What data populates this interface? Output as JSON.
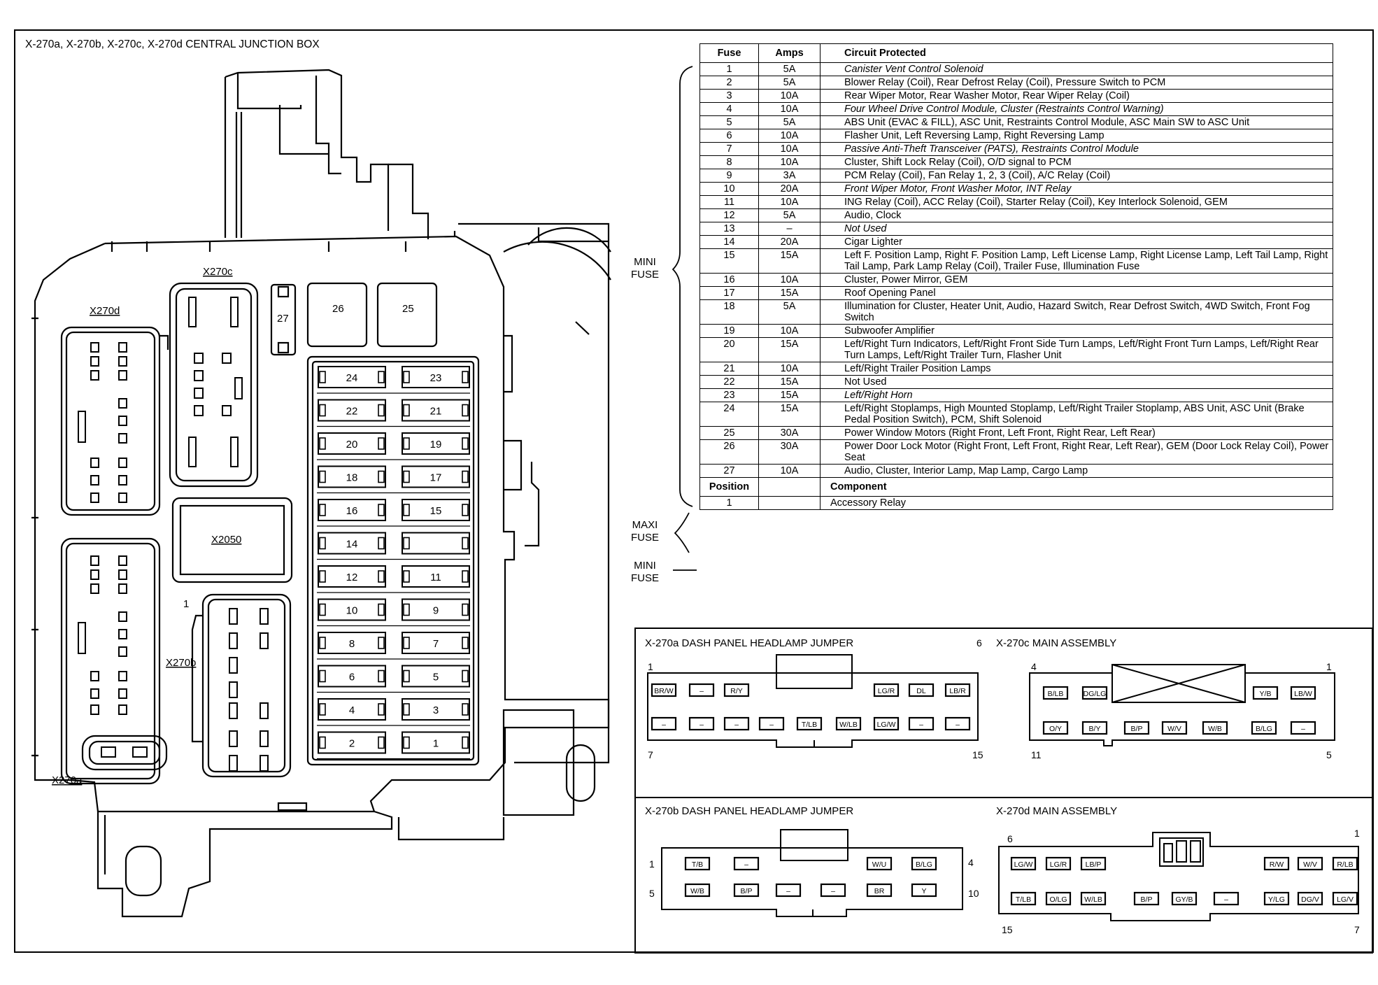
{
  "junction_box": {
    "title": "X-270a, X-270b, X-270c, X-270d  CENTRAL JUNCTION BOX",
    "labels": {
      "x270c": "X270c",
      "x270d": "X270d",
      "x270b": "X270b",
      "x270a": "X270a",
      "x2050": "X2050",
      "position_1": "1",
      "fuse_27": "27",
      "fuse_26": "26",
      "fuse_25": "25"
    },
    "mini_fuse_slots": [
      {
        "left": "24",
        "right": "23"
      },
      {
        "left": "22",
        "right": "21"
      },
      {
        "left": "20",
        "right": "19"
      },
      {
        "left": "18",
        "right": "17"
      },
      {
        "left": "16",
        "right": "15"
      },
      {
        "left": "14",
        "right": ""
      },
      {
        "left": "12",
        "right": "11"
      },
      {
        "left": "10",
        "right": "9"
      },
      {
        "left": "8",
        "right": "7"
      },
      {
        "left": "6",
        "right": "5"
      },
      {
        "left": "4",
        "right": "3"
      },
      {
        "left": "2",
        "right": "1"
      }
    ]
  },
  "bracket_labels": {
    "mini_top": "MINI\nFUSE",
    "maxi": "MAXI\nFUSE",
    "mini_bottom": "MINI\nFUSE"
  },
  "fuse_table": {
    "headers": {
      "fuse": "Fuse",
      "amps": "Amps",
      "circuit": "Circuit Protected"
    },
    "rows": [
      {
        "fuse": "1",
        "amps": "5A",
        "circuit": "Canister Vent Control Solenoid",
        "italic": true
      },
      {
        "fuse": "2",
        "amps": "5A",
        "circuit": "Blower Relay (Coil), Rear Defrost Relay (Coil), Pressure Switch to PCM"
      },
      {
        "fuse": "3",
        "amps": "10A",
        "circuit": "Rear Wiper Motor, Rear Washer Motor, Rear Wiper Relay (Coil)"
      },
      {
        "fuse": "4",
        "amps": "10A",
        "circuit": "Four Wheel Drive Control Module, Cluster (Restraints Control Warning)",
        "italic": true
      },
      {
        "fuse": "5",
        "amps": "5A",
        "circuit": "ABS Unit (EVAC & FILL), ASC Unit, Restraints Control Module, ASC Main SW to ASC Unit"
      },
      {
        "fuse": "6",
        "amps": "10A",
        "circuit": "Flasher Unit, Left Reversing Lamp, Right Reversing Lamp"
      },
      {
        "fuse": "7",
        "amps": "10A",
        "circuit": "Passive Anti-Theft Transceiver (PATS), Restraints Control Module",
        "italic": true
      },
      {
        "fuse": "8",
        "amps": "10A",
        "circuit": "Cluster, Shift Lock Relay (Coil), O/D signal to PCM"
      },
      {
        "fuse": "9",
        "amps": "3A",
        "circuit": "PCM Relay (Coil), Fan Relay 1, 2, 3 (Coil), A/C Relay (Coil)"
      },
      {
        "fuse": "10",
        "amps": "20A",
        "circuit": "Front Wiper Motor, Front Washer Motor, INT Relay",
        "italic": true
      },
      {
        "fuse": "11",
        "amps": "10A",
        "circuit": "ING Relay (Coil), ACC Relay (Coil), Starter Relay (Coil), Key Interlock Solenoid, GEM"
      },
      {
        "fuse": "12",
        "amps": "5A",
        "circuit": "Audio, Clock"
      },
      {
        "fuse": "13",
        "amps": "–",
        "circuit": "Not Used",
        "italic": true
      },
      {
        "fuse": "14",
        "amps": "20A",
        "circuit": "Cigar Lighter"
      },
      {
        "fuse": "15",
        "amps": "15A",
        "circuit": "Left F. Position Lamp, Right F. Position Lamp, Left License Lamp, Right License Lamp, Left Tail Lamp, Right Tail Lamp, Park Lamp Relay (Coil), Trailer Fuse, Illumination Fuse"
      },
      {
        "fuse": "16",
        "amps": "10A",
        "circuit": "Cluster, Power Mirror, GEM"
      },
      {
        "fuse": "17",
        "amps": "15A",
        "circuit": "Roof Opening Panel"
      },
      {
        "fuse": "18",
        "amps": "5A",
        "circuit": "Illumination for Cluster, Heater Unit, Audio, Hazard Switch, Rear Defrost Switch, 4WD Switch, Front Fog Switch"
      },
      {
        "fuse": "19",
        "amps": "10A",
        "circuit": "Subwoofer Amplifier"
      },
      {
        "fuse": "20",
        "amps": "15A",
        "circuit": "Left/Right Turn Indicators, Left/Right Front Side Turn Lamps, Left/Right Front Turn Lamps, Left/Right Rear Turn Lamps, Left/Right Trailer Turn, Flasher Unit"
      },
      {
        "fuse": "21",
        "amps": "10A",
        "circuit": "Left/Right Trailer Position Lamps"
      },
      {
        "fuse": "22",
        "amps": "15A",
        "circuit": "Not Used"
      },
      {
        "fuse": "23",
        "amps": "15A",
        "circuit": "Left/Right Horn",
        "italic": true
      },
      {
        "fuse": "24",
        "amps": "15A",
        "circuit": "Left/Right Stoplamps, High Mounted Stoplamp, Left/Right Trailer Stoplamp, ABS Unit, ASC Unit (Brake Pedal Position Switch), PCM, Shift Solenoid"
      },
      {
        "fuse": "25",
        "amps": "30A",
        "circuit": "Power Window Motors (Right Front, Left Front, Right Rear, Left Rear)"
      },
      {
        "fuse": "26",
        "amps": "30A",
        "circuit": "Power Door Lock Motor (Right Front, Left Front, Right Rear, Left Rear), GEM (Door Lock Relay Coil), Power Seat"
      },
      {
        "fuse": "27",
        "amps": "10A",
        "circuit": "Audio, Cluster, Interior Lamp, Map Lamp, Cargo Lamp"
      }
    ],
    "sub_headers": {
      "position": "Position",
      "component": "Component"
    },
    "relay_rows": [
      {
        "position": "1",
        "component": "Accessory Relay"
      }
    ]
  },
  "connectors": {
    "x270a": {
      "title": "X-270a DASH PANEL HEADLAMP JUMPER",
      "pin_labels": {
        "tl": "1",
        "tr": "6",
        "bl": "7",
        "br": "15"
      },
      "top_row": [
        "BR/W",
        "–",
        "R/Y",
        "LG/R",
        "DL",
        "LB/R"
      ],
      "bottom_row": [
        "–",
        "–",
        "–",
        "–",
        "T/LB",
        "W/LB",
        "LG/W",
        "–",
        "–"
      ]
    },
    "x270c": {
      "title": "X-270c MAIN ASSEMBLY",
      "pin_labels": {
        "tl": "4",
        "tr": "1",
        "bl": "11",
        "br": "5"
      },
      "top_row": [
        "B/LB",
        "DG/LG",
        "Y/B",
        "LB/W"
      ],
      "bottom_row": [
        "O/Y",
        "B/Y",
        "B/P",
        "W/V",
        "W/B",
        "B/LG",
        "–"
      ]
    },
    "x270b": {
      "title": "X-270b DASH PANEL HEADLAMP JUMPER",
      "pin_labels": {
        "tl": "1",
        "tr": "4",
        "bl": "5",
        "br": "10"
      },
      "top_row": [
        "T/B",
        "–",
        "W/U",
        "B/LG"
      ],
      "bottom_row": [
        "W/B",
        "B/P",
        "–",
        "–",
        "BR",
        "Y"
      ]
    },
    "x270d": {
      "title": "X-270d MAIN ASSEMBLY",
      "pin_labels": {
        "tl": "6",
        "tr": "1",
        "bl": "15",
        "br": "7"
      },
      "top_row": [
        "LG/W",
        "LG/R",
        "LB/P",
        "R/W",
        "W/V",
        "R/LB"
      ],
      "bottom_row": [
        "T/LB",
        "O/LG",
        "W/LB",
        "B/P",
        "GY/B",
        "–",
        "Y/LG",
        "DG/V",
        "LG/V"
      ]
    }
  }
}
